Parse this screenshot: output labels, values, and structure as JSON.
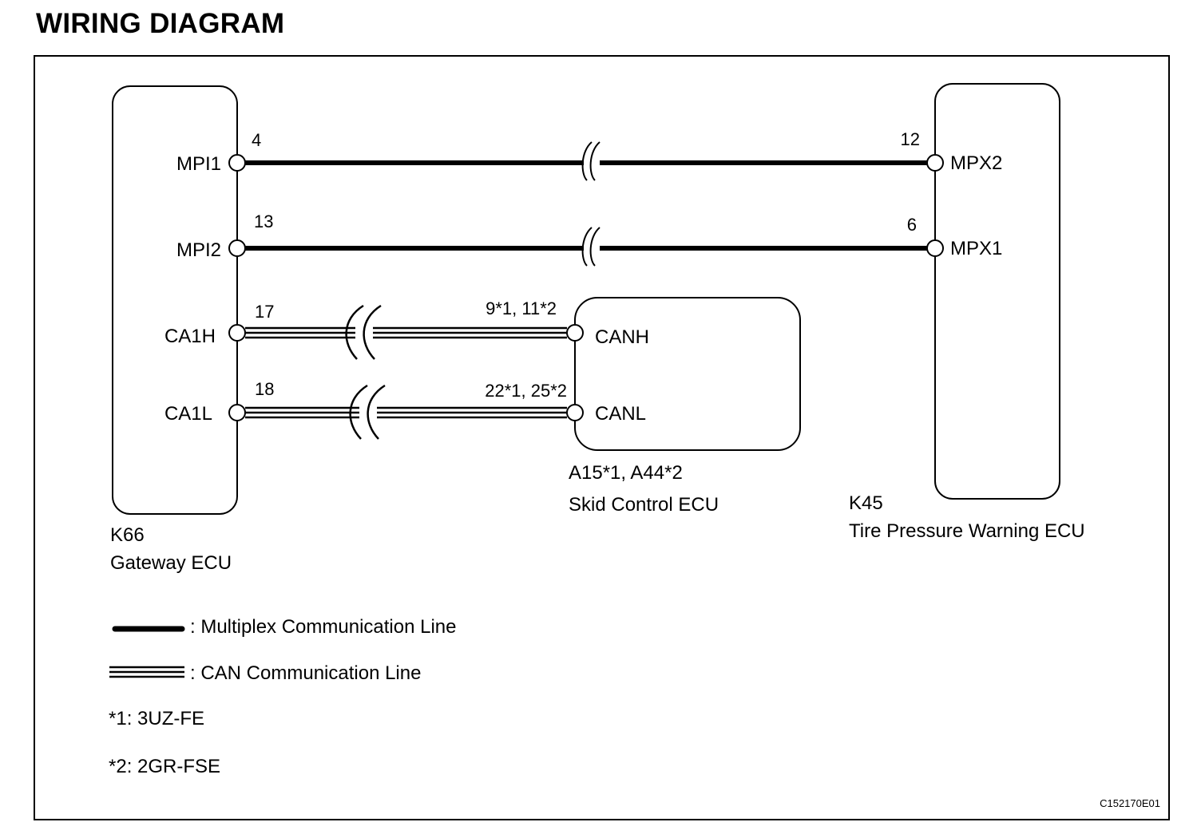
{
  "title": "WIRING DIAGRAM",
  "figure_id": "C152170E01",
  "components": {
    "gateway": {
      "code": "K66",
      "name": "Gateway ECU"
    },
    "tpws": {
      "code": "K45",
      "name": "Tire Pressure Warning ECU"
    },
    "skid": {
      "code": "A15*1, A44*2",
      "name": "Skid Control ECU"
    }
  },
  "connections": [
    {
      "from_terminal": "MPI1",
      "from_pin": "4",
      "to_terminal": "MPX2",
      "to_pin": "12",
      "line_type": "multiplex"
    },
    {
      "from_terminal": "MPI2",
      "from_pin": "13",
      "to_terminal": "MPX1",
      "to_pin": "6",
      "line_type": "multiplex"
    },
    {
      "from_terminal": "CA1H",
      "from_pin": "17",
      "to_terminal": "CANH",
      "to_pin": "9*1, 11*2",
      "line_type": "can"
    },
    {
      "from_terminal": "CA1L",
      "from_pin": "18",
      "to_terminal": "CANL",
      "to_pin": "22*1, 25*2",
      "line_type": "can"
    }
  ],
  "legend": {
    "multiplex": ": Multiplex Communication Line",
    "can": ": CAN Communication Line"
  },
  "notes": [
    "*1: 3UZ-FE",
    "*2: 2GR-FSE"
  ]
}
